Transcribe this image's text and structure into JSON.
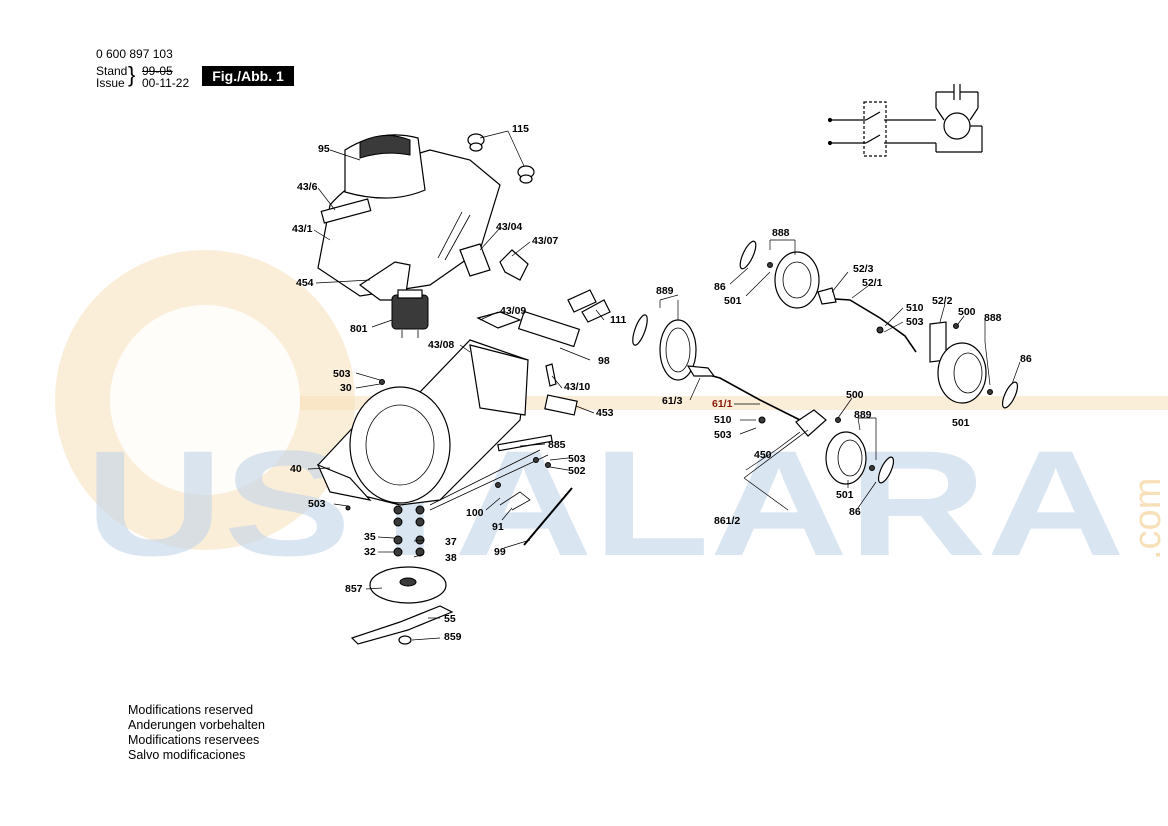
{
  "header": {
    "part_number": "0 600 897 103",
    "stand_label": "Stand",
    "issue_label": "Issue",
    "old_date": "99-05",
    "issue_date": "00-11-22",
    "figure_badge": "Fig./Abb. 1"
  },
  "watermark": {
    "text": "USTALARA",
    "suffix": ".com",
    "color_blue": "#b9cfe4",
    "color_orange": "#f6dcb0"
  },
  "callouts": [
    "115",
    "95",
    "43/6",
    "43/1",
    "43/04",
    "43/07",
    "454",
    "801",
    "43/09",
    "111",
    "889",
    "888",
    "86",
    "501",
    "52/3",
    "52/1",
    "510",
    "503",
    "52/2",
    "500",
    "888",
    "86",
    "43/08",
    "98",
    "503",
    "30",
    "43/10",
    "453",
    "61/3",
    "61/1",
    "500",
    "510",
    "503",
    "889",
    "885",
    "503",
    "502",
    "40",
    "450",
    "501",
    "86",
    "503",
    "100",
    "91",
    "35",
    "37",
    "32",
    "38",
    "99",
    "861/2",
    "857",
    "55",
    "859",
    "501"
  ],
  "footer": {
    "lines": [
      "Modifications reserved",
      "Anderungen vorbehalten",
      "Modifications reservees",
      "Salvo modificaciones"
    ]
  }
}
